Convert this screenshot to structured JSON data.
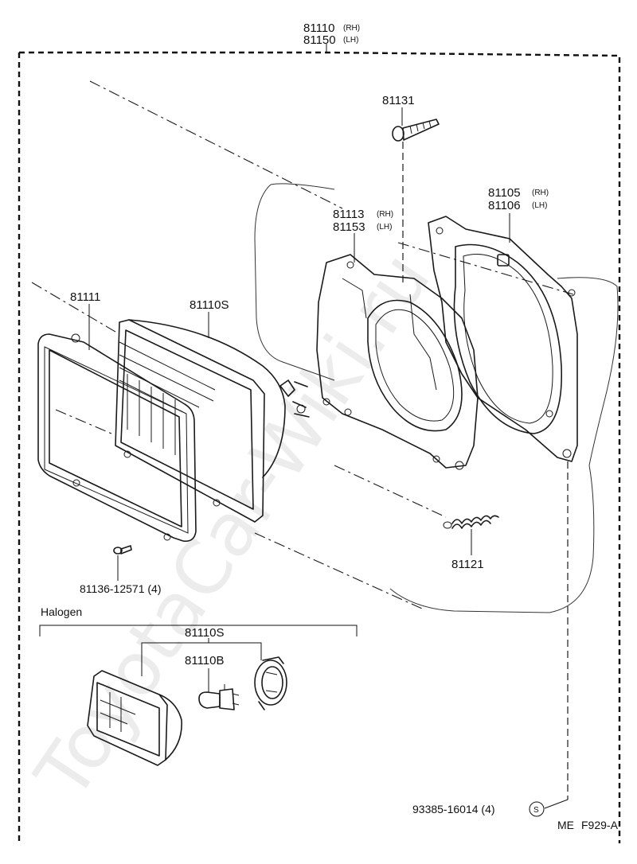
{
  "watermark": "ToyotaCar-Wiki.ru",
  "labels": {
    "assembly_no": "81110",
    "assembly_rh": "(RH)",
    "assembly_no_lh": "81150",
    "assembly_lh": "(LH)",
    "screw_81131": "81131",
    "mount_no": "81105",
    "mount_rh": "(RH)",
    "mount_no_lh": "81106",
    "mount_lh": "(LH)",
    "housing_no": "81113",
    "housing_rh": "(RH)",
    "housing_no_lh": "81153",
    "housing_lh": "(LH)",
    "bezel_81111": "81111",
    "unit_81110s": "81110S",
    "spring_81121": "81121",
    "screw_81136": "81136-12571 (4)",
    "halogen_title": "Halogen",
    "halogen_unit": "81110S",
    "bulb_81110b": "81110B",
    "screw_93385": "93385-16014 (4)",
    "screw_symbol": "S",
    "code_left": "ME",
    "code_right": "F929-A"
  }
}
